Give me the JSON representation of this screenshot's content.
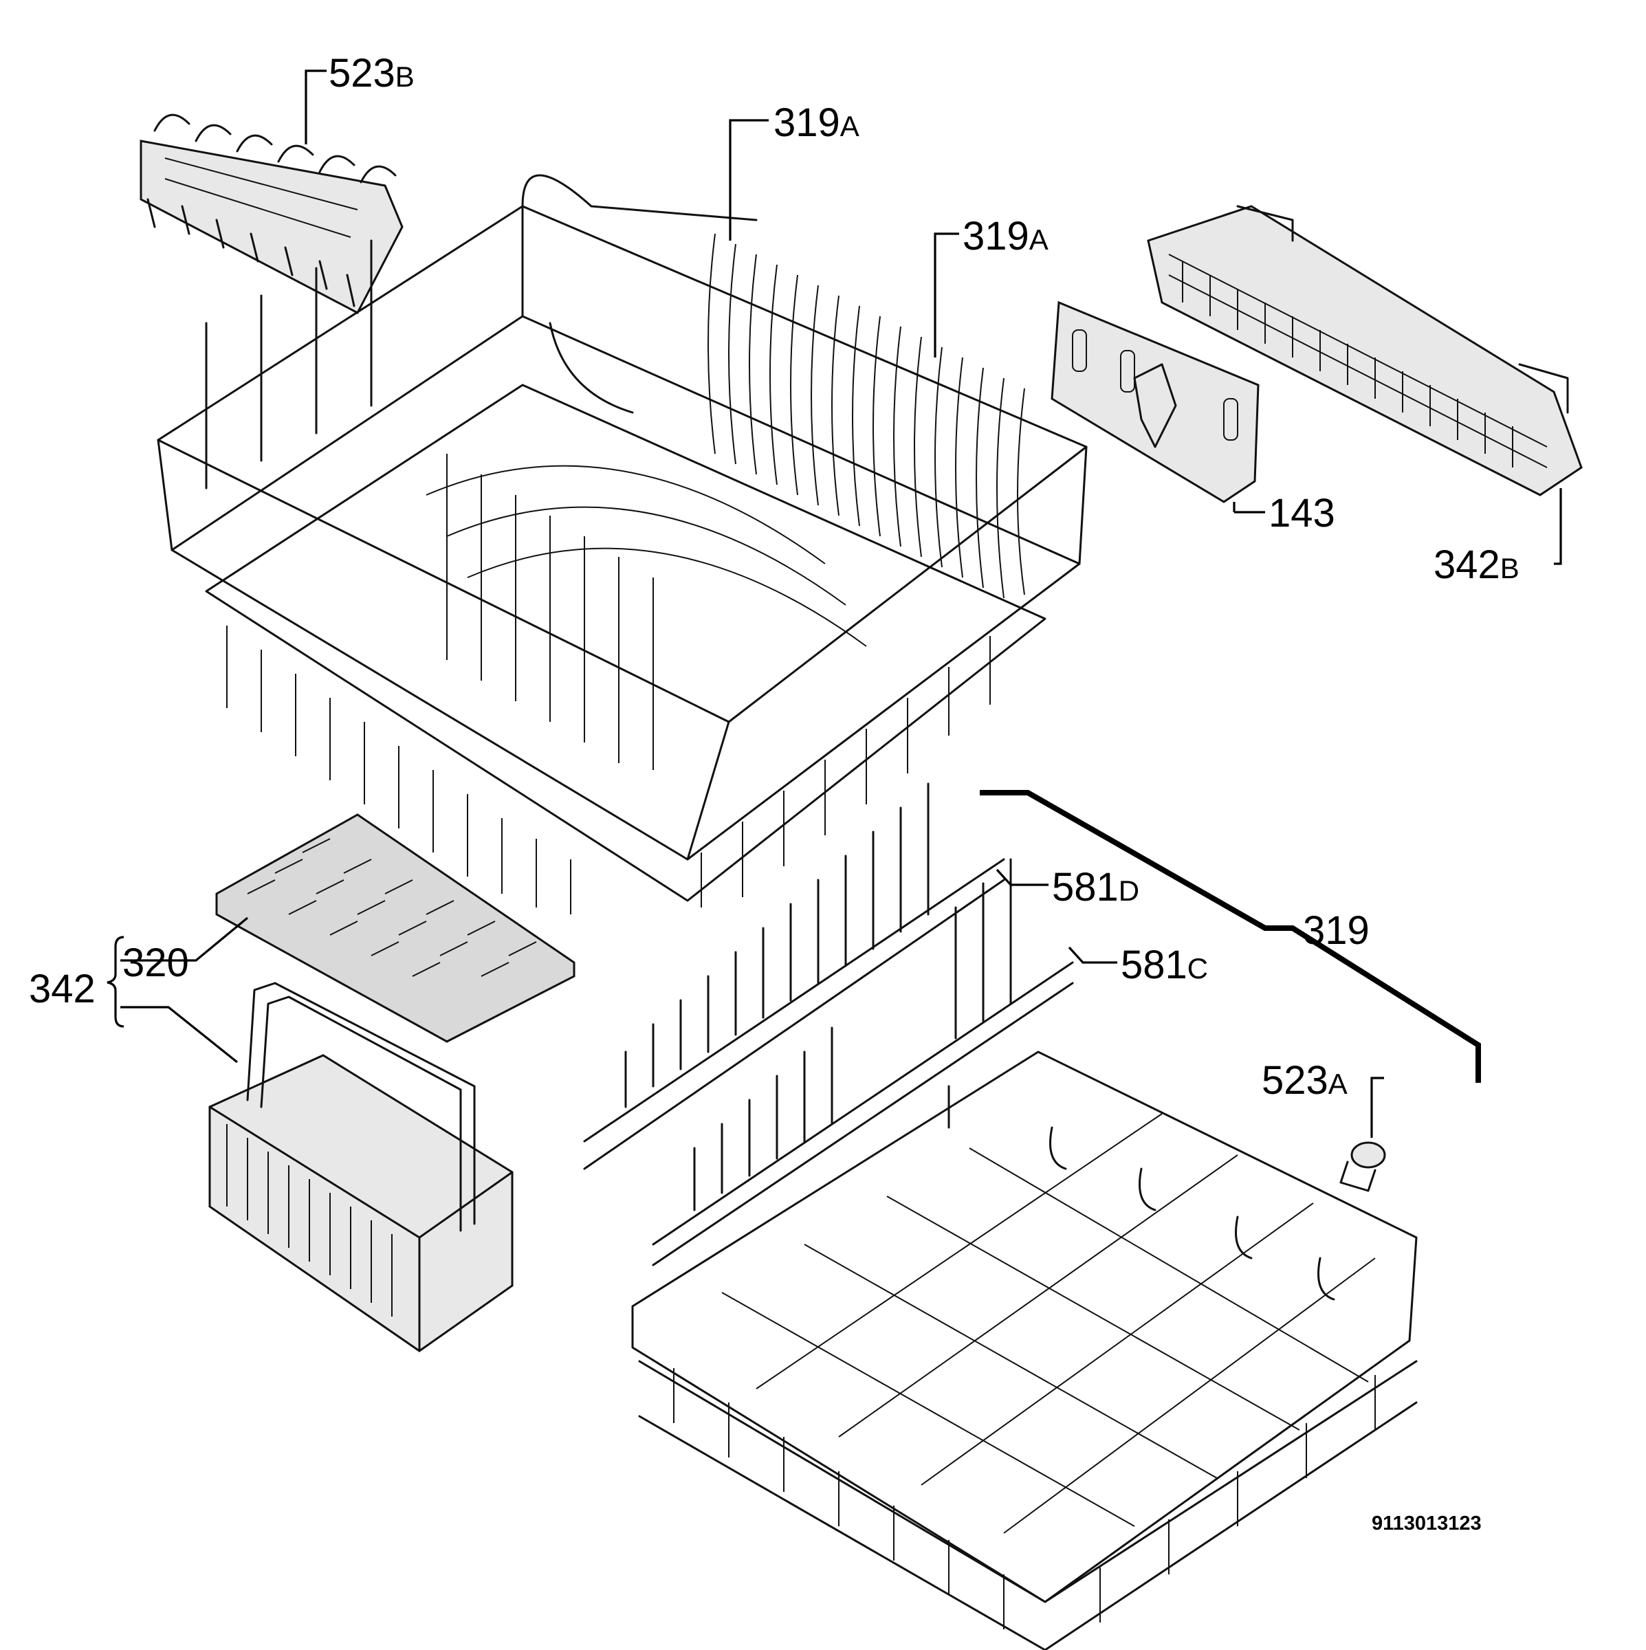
{
  "diagram": {
    "document_number": "9113013123",
    "labels": [
      {
        "id": "523b",
        "number": "523",
        "suffix": "B"
      },
      {
        "id": "319a-1",
        "number": "319",
        "suffix": "A"
      },
      {
        "id": "319a-2",
        "number": "319",
        "suffix": "A"
      },
      {
        "id": "143",
        "number": "143",
        "suffix": ""
      },
      {
        "id": "342b",
        "number": "342",
        "suffix": "B"
      },
      {
        "id": "581d",
        "number": "581",
        "suffix": "D"
      },
      {
        "id": "319",
        "number": "319",
        "suffix": ""
      },
      {
        "id": "581c",
        "number": "581",
        "suffix": "C"
      },
      {
        "id": "342",
        "number": "342",
        "suffix": ""
      },
      {
        "id": "320",
        "number": "320",
        "suffix": ""
      },
      {
        "id": "523a",
        "number": "523",
        "suffix": "A"
      }
    ],
    "parts": [
      "fold-down-cup-rack",
      "upper-basket",
      "rail-bracket",
      "cutlery-shelf",
      "cutlery-grid-cover",
      "cutlery-basket",
      "plate-rack-rear",
      "plate-rack-front",
      "lower-basket",
      "basket-wheel"
    ]
  }
}
